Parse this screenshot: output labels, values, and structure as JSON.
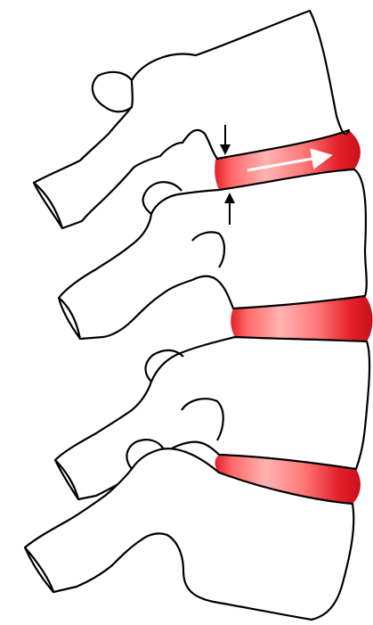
{
  "figure": {
    "description": "",
    "background": "#ffffff",
    "colors": {
      "outline": "#000000",
      "bone": "#ffffff",
      "disc_edge": "#ff7a7a",
      "disc_core": "#e3202a",
      "compression_arrow": "#000000",
      "bulge_arrow": "#ffffff"
    },
    "structures": {
      "vertebrae_count": 4,
      "discs_count": 3,
      "highlighted_discs": [
        "disc-1",
        "disc-2",
        "disc-3"
      ]
    },
    "annotations": {
      "compression_arrows": [
        "down-arrow",
        "up-arrow"
      ],
      "bulge_arrow": "right-arrow"
    }
  }
}
